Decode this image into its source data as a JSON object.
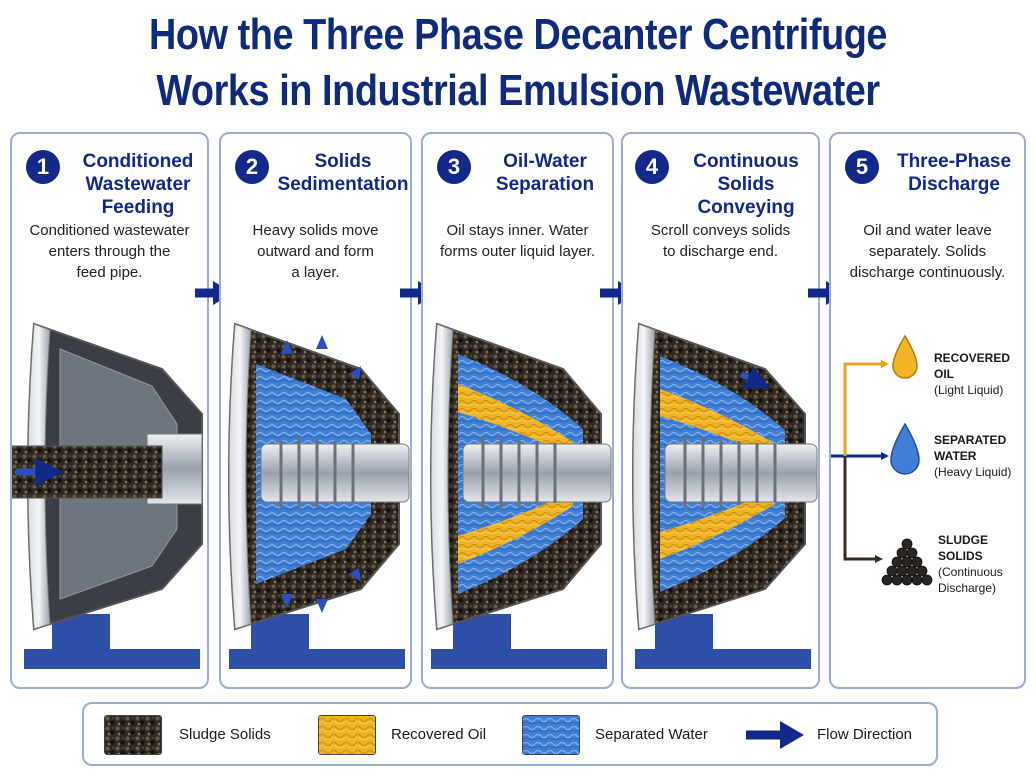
{
  "title": {
    "line1": "How the Three Phase Decanter Centrifuge",
    "line2": "Works in Industrial Emulsion Wastewater"
  },
  "steps": [
    {
      "number": "1",
      "title_lines": [
        "Conditioned",
        "Wastewater",
        "Feeding"
      ],
      "desc_lines": [
        "Conditioned wastewater",
        "enters through the",
        "feed pipe."
      ]
    },
    {
      "number": "2",
      "title_lines": [
        "Solids",
        "Sedimentation"
      ],
      "desc_lines": [
        "Heavy solids move",
        "outward and form",
        "a layer."
      ]
    },
    {
      "number": "3",
      "title_lines": [
        "Oil-Water",
        "Separation"
      ],
      "desc_lines": [
        "Oil stays inner. Water",
        "forms outer liquid layer."
      ]
    },
    {
      "number": "4",
      "title_lines": [
        "Continuous",
        "Solids Conveying"
      ],
      "desc_lines": [
        "Scroll conveys solids",
        "to discharge end."
      ]
    },
    {
      "number": "5",
      "title_lines": [
        "Three-Phase",
        "Discharge"
      ],
      "desc_lines": [
        "Oil and water leave",
        "separately. Solids",
        "discharge continuously."
      ]
    }
  ],
  "outputs": {
    "oil": {
      "name": "RECOVERED OIL",
      "sub": "(Light Liquid)"
    },
    "water": {
      "name_lines": [
        "SEPARATED",
        "WATER"
      ],
      "sub": "(Heavy Liquid)"
    },
    "sludge": {
      "name_lines": [
        "SLUDGE",
        "SOLIDS"
      ],
      "sub_lines": [
        "(Continuous",
        "Discharge)"
      ]
    }
  },
  "legend": {
    "sludge": "Sludge Solids",
    "oil": "Recovered Oil",
    "water": "Separated Water",
    "flow": "Flow Direction"
  },
  "colors": {
    "navy": "#12298a",
    "sludge": "#2e2822",
    "oil": "#f0b323",
    "water": "#3f7fd6",
    "steel": "#b9bec6",
    "base": "#2d4fa8"
  }
}
